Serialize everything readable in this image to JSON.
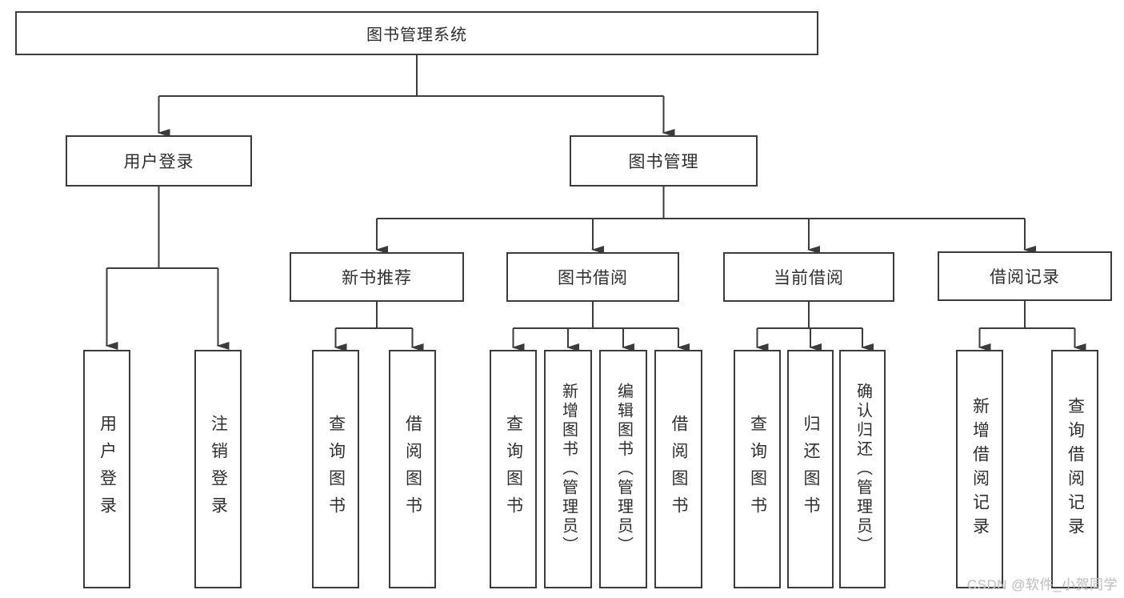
{
  "diagram": {
    "title": "图书管理系统",
    "tree": {
      "root": {
        "label": "图书管理系统"
      },
      "children": [
        {
          "label": "用户登录",
          "children": [
            {
              "label": "用户登录"
            },
            {
              "label": "注销登录"
            }
          ]
        },
        {
          "label": "图书管理",
          "children": [
            {
              "label": "新书推荐",
              "children": [
                {
                  "label": "查询图书"
                },
                {
                  "label": "借阅图书"
                }
              ]
            },
            {
              "label": "图书借阅",
              "children": [
                {
                  "label": "查询图书"
                },
                {
                  "label": "新增图书（管理员）"
                },
                {
                  "label": "编辑图书（管理员）"
                },
                {
                  "label": "借阅图书"
                }
              ]
            },
            {
              "label": "当前借阅",
              "children": [
                {
                  "label": "查询图书"
                },
                {
                  "label": "归还图书"
                },
                {
                  "label": "确认归还（管理员）"
                }
              ]
            },
            {
              "label": "借阅记录",
              "children": [
                {
                  "label": "新增借阅记录"
                },
                {
                  "label": "查询借阅记录"
                }
              ]
            }
          ]
        }
      ]
    }
  },
  "watermark": {
    "text": "CSDN @软件_小贺同学"
  },
  "colors": {
    "line": "#3b3b3b",
    "box_border": "#3b3b3b",
    "box_fill": "#ffffff",
    "text": "#2f2f2f",
    "watermark": "#c6c6c6",
    "background": "#ffffff"
  }
}
